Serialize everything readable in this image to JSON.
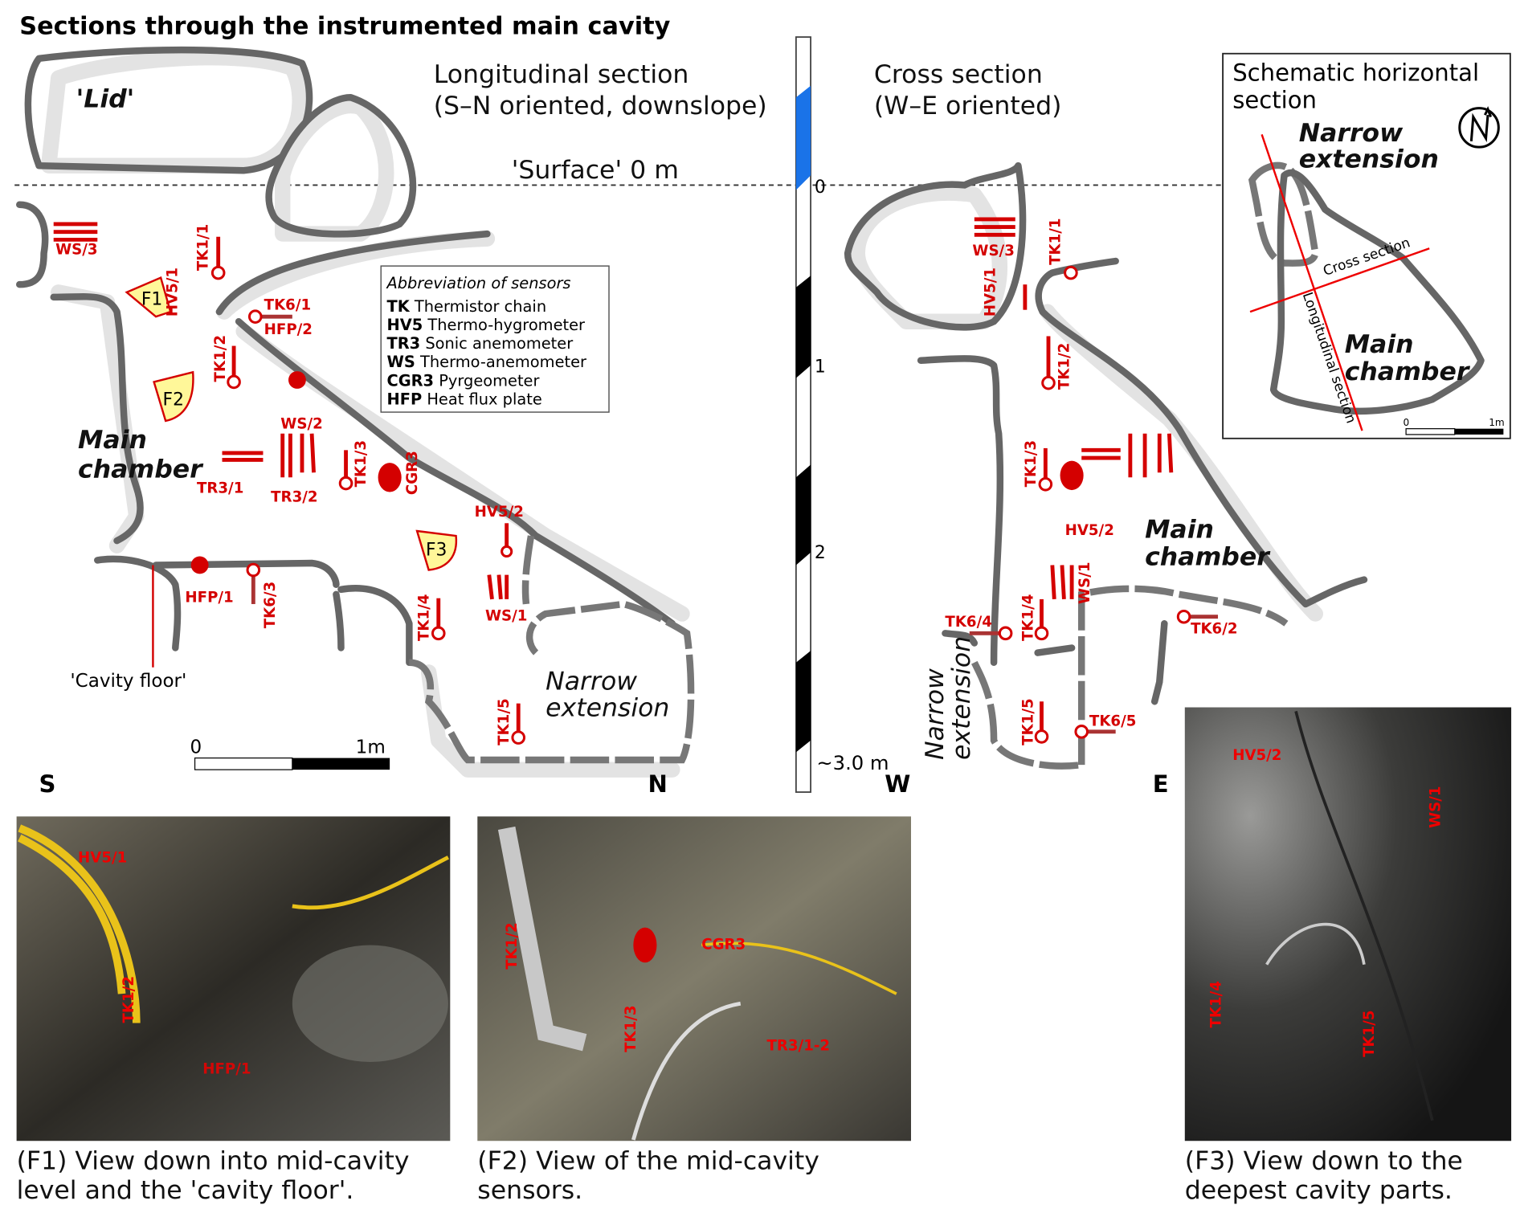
{
  "title": "Sections through the instrumented main cavity",
  "longitudinal": {
    "heading1": "Longitudinal section",
    "heading2": "(S–N oriented, downslope)",
    "surface": "'Surface' 0 m",
    "lid": "'Lid'",
    "main1": "Main",
    "main2": "chamber",
    "narrow1": "Narrow",
    "narrow2": "extension",
    "cavity_floor": "'Cavity floor'",
    "scale0": "0",
    "scale1": "1m",
    "south": "S",
    "north": "N",
    "photos": [
      "F1",
      "F2",
      "F3"
    ],
    "sensors": [
      "WS/3",
      "TK1/1",
      "HV5/1",
      "TK6/1",
      "HFP/2",
      "TK1/2",
      "WS/2",
      "TR3/1",
      "TR3/2",
      "TK1/3",
      "CGR3",
      "HV5/2",
      "WS/1",
      "HFP/1",
      "TK6/3",
      "TK1/4",
      "TK1/5"
    ]
  },
  "legend": {
    "title": "Abbreviation of sensors",
    "items": [
      {
        "code": "TK",
        "name": "Thermistor chain"
      },
      {
        "code": "HV5",
        "name": "Thermo-hygrometer"
      },
      {
        "code": "TR3",
        "name": "Sonic anemometer"
      },
      {
        "code": "WS",
        "name": "Thermo-anemometer"
      },
      {
        "code": "CGR3",
        "name": "Pyrgeometer"
      },
      {
        "code": "HFP",
        "name": "Heat flux plate"
      }
    ]
  },
  "depth_ruler": {
    "ticks": [
      "0",
      "1",
      "2",
      "~3.0 m"
    ],
    "snow_color": "#1a73e8"
  },
  "cross": {
    "heading1": "Cross section",
    "heading2": "(W–E oriented)",
    "west": "W",
    "east": "E",
    "main1": "Main",
    "main2": "chamber",
    "narrow1": "Narrow",
    "narrow2": "extension",
    "sensors": [
      "WS/3",
      "TK1/1",
      "HV5/1",
      "TK1/2",
      "TK1/3",
      "HV5/2",
      "WS/1",
      "TK6/4",
      "TK1/4",
      "TK6/2",
      "TK1/5",
      "TK6/5"
    ]
  },
  "schematic": {
    "title1": "Schematic horizontal",
    "title2": "section",
    "narrow1": "Narrow",
    "narrow2": "extension",
    "main1": "Main",
    "main2": "chamber",
    "cross": "Cross section",
    "longitudinal": "Longitudinal section",
    "scale0": "0",
    "scale1": "1m"
  },
  "photos": [
    {
      "caption1": "(F1) View down into mid-cavity",
      "caption2": "level and the 'cavity floor'.",
      "labels": [
        "HV5/1",
        "TK1/2",
        "HFP/1"
      ]
    },
    {
      "caption1": "(F2) View of the mid-cavity",
      "caption2": "sensors.",
      "labels": [
        "TK1/2",
        "CGR3",
        "TK1/3",
        "TR3/1-2"
      ]
    },
    {
      "caption1": "(F3) View down to the",
      "caption2": "deepest cavity parts.",
      "labels": [
        "HV5/2",
        "WS/1",
        "TK1/4",
        "TK1/5"
      ]
    }
  ]
}
